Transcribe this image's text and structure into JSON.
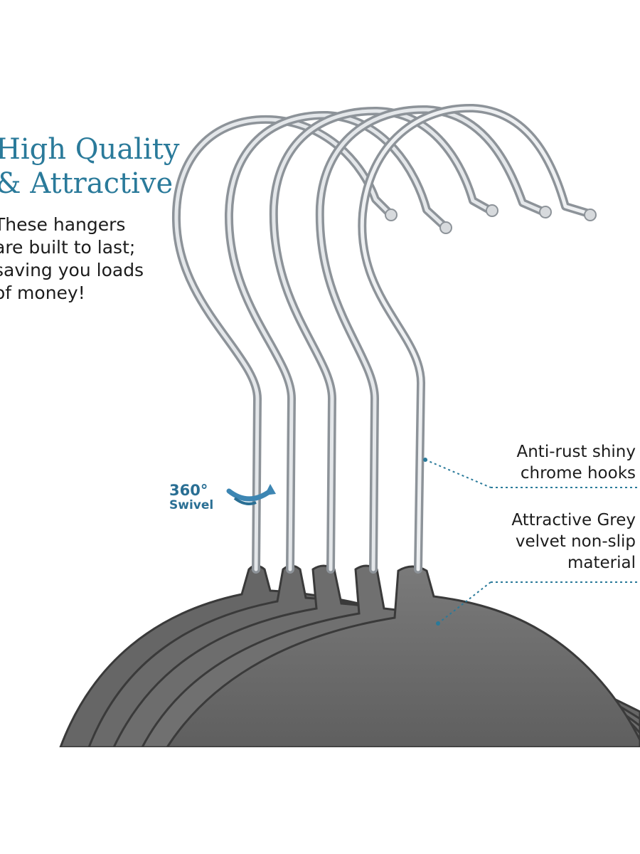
{
  "headline": {
    "line1": "High Quality",
    "line2": "& Attractive"
  },
  "intro": {
    "line1": "These hangers",
    "line2": "are built to last;",
    "line3": "saving you loads",
    "line4": "of money!"
  },
  "swivel_badge": {
    "degrees": "360°",
    "label": "Swivel"
  },
  "callouts": [
    {
      "line1": "Anti-rust shiny",
      "line2": "chrome hooks"
    },
    {
      "line1": "Attractive Grey",
      "line2": "velvet non-slip",
      "line3": "material"
    }
  ],
  "colors": {
    "headline": "#2a7a9a",
    "accent": "#2a6f94",
    "velvet": "#6f6f6f",
    "chrome": "#c9cdd2",
    "text": "#1c1c1c"
  }
}
